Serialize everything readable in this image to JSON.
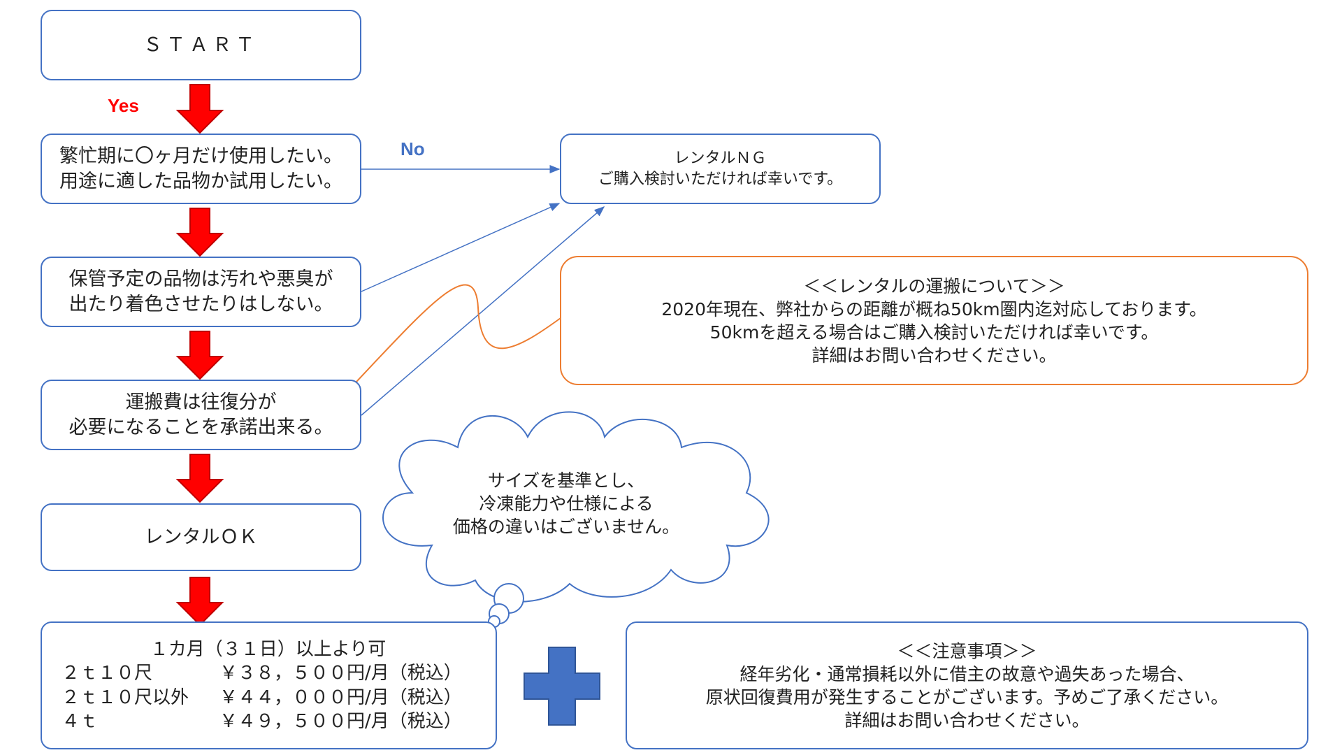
{
  "labels": {
    "yes": "Yes",
    "no": "No"
  },
  "nodes": {
    "start": {
      "text": "ＳＴＡＲＴ"
    },
    "q1": {
      "lines": [
        "繁忙期に〇ヶ月だけ使用したい。",
        "用途に適した品物か試用したい。"
      ]
    },
    "q2": {
      "lines": [
        "保管予定の品物は汚れや悪臭が",
        "出たり着色させたりはしない。"
      ]
    },
    "q3": {
      "lines": [
        "運搬費は往復分が",
        "必要になることを承諾出来る。"
      ]
    },
    "ok": {
      "text": "レンタルＯＫ"
    },
    "ng": {
      "lines": [
        "レンタルＮＧ",
        "ご購入検討いただければ幸いです。"
      ]
    }
  },
  "transport_note": {
    "lines": [
      "＜＜レンタルの運搬について＞＞",
      "2020年現在、弊社からの距離が概ね50km圏内迄対応しております。",
      "50kmを超える場合はご購入検討いただければ幸いです。",
      "詳細はお問い合わせください。"
    ]
  },
  "cloud_note": {
    "lines": [
      "サイズを基準とし、",
      "冷凍能力や仕様による",
      "価格の違いはございません。"
    ]
  },
  "pricing": {
    "title": "１カ月（３１日）以上より可",
    "rows": [
      {
        "type": "２ｔ１０尺",
        "price": "￥３８，５００円/月（税込）"
      },
      {
        "type": "２ｔ１０尺以外",
        "price": "￥４４，０００円/月（税込）"
      },
      {
        "type": "４ｔ",
        "price": "￥４９，５００円/月（税込）"
      }
    ]
  },
  "caution": {
    "lines": [
      "＜＜注意事項＞＞",
      "経年劣化・通常損耗以外に借主の故意や過失あった場合、",
      "原状回復費用が発生することがございます。予めご了承ください。",
      "詳細はお問い合わせください。"
    ]
  },
  "colors": {
    "box_border": "#4472c4",
    "arrow_fill": "#ff0000",
    "orange_border": "#ed7d31",
    "yes_label": "#ff0000",
    "no_label": "#4472c4",
    "plus_fill": "#4472c4"
  }
}
